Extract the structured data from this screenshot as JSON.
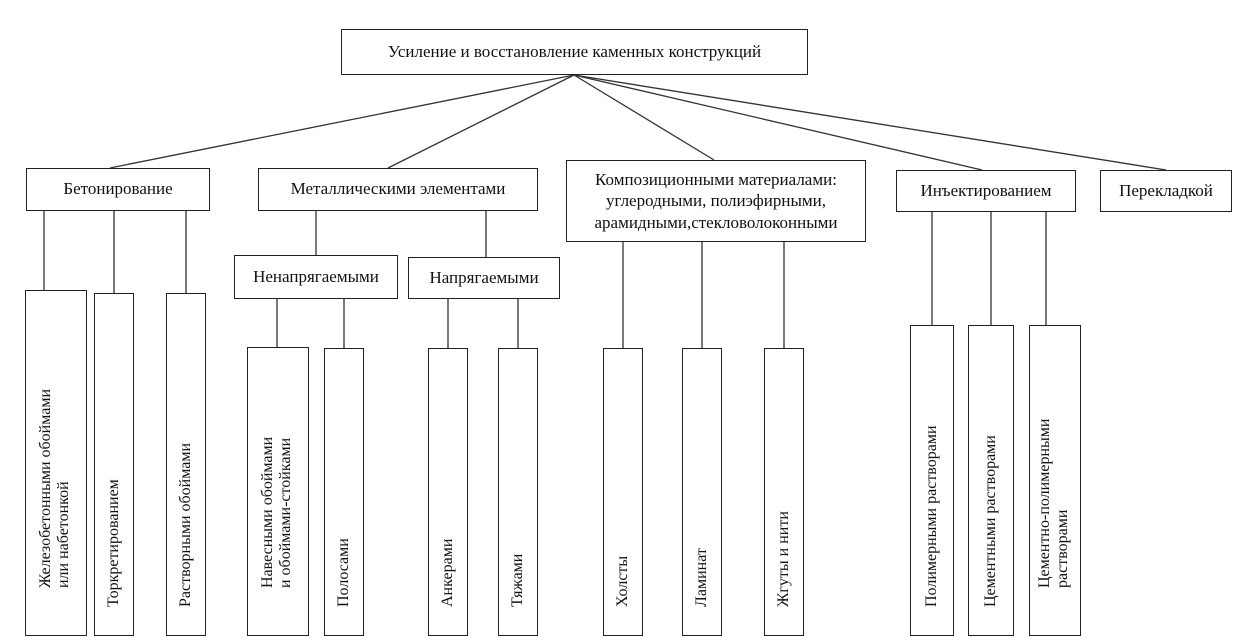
{
  "root": "Усиление и восстановление каменных конструкций",
  "categories": [
    {
      "id": "concreting",
      "label": [
        "Бетонирование"
      ]
    },
    {
      "id": "metal",
      "label": [
        "Металлическими элементами"
      ]
    },
    {
      "id": "composite",
      "label": [
        "Композиционными материалами:",
        "углеродными, полиэфирными,",
        "арамидными,стекловолоконными"
      ]
    },
    {
      "id": "injection",
      "label": [
        "Инъектированием"
      ]
    },
    {
      "id": "lintel",
      "label": [
        "Перекладкой"
      ]
    }
  ],
  "metal_subtypes": [
    {
      "id": "non-prestressed",
      "label": "Ненапрягаемыми"
    },
    {
      "id": "prestressed",
      "label": "Напрягаемыми"
    }
  ],
  "leaves": [
    {
      "id": "rc-jackets",
      "label": [
        "Железобетонными обоймами",
        "или набетонкой"
      ]
    },
    {
      "id": "shotcrete",
      "label": [
        "Торкретированием"
      ]
    },
    {
      "id": "mortar-jackets",
      "label": [
        "Растворными обоймами"
      ]
    },
    {
      "id": "hinged-jackets",
      "label": [
        "Навесными обоймами",
        "и обоймами-стойками"
      ]
    },
    {
      "id": "strips",
      "label": [
        "Полосами"
      ]
    },
    {
      "id": "anchors",
      "label": [
        "Анкерами"
      ]
    },
    {
      "id": "ties",
      "label": [
        "Тяжами"
      ]
    },
    {
      "id": "fabrics",
      "label": [
        "Холсты"
      ]
    },
    {
      "id": "laminate",
      "label": [
        "Ламинат"
      ]
    },
    {
      "id": "tows",
      "label": [
        "Жгуты и нити"
      ]
    },
    {
      "id": "polymer-mortars",
      "label": [
        "Полимерными растворами"
      ]
    },
    {
      "id": "cement-mortars",
      "label": [
        "Цементными растворами"
      ]
    },
    {
      "id": "cement-polymer-mortars",
      "label": [
        "Цементно-полимерными",
        "растворами"
      ]
    }
  ]
}
